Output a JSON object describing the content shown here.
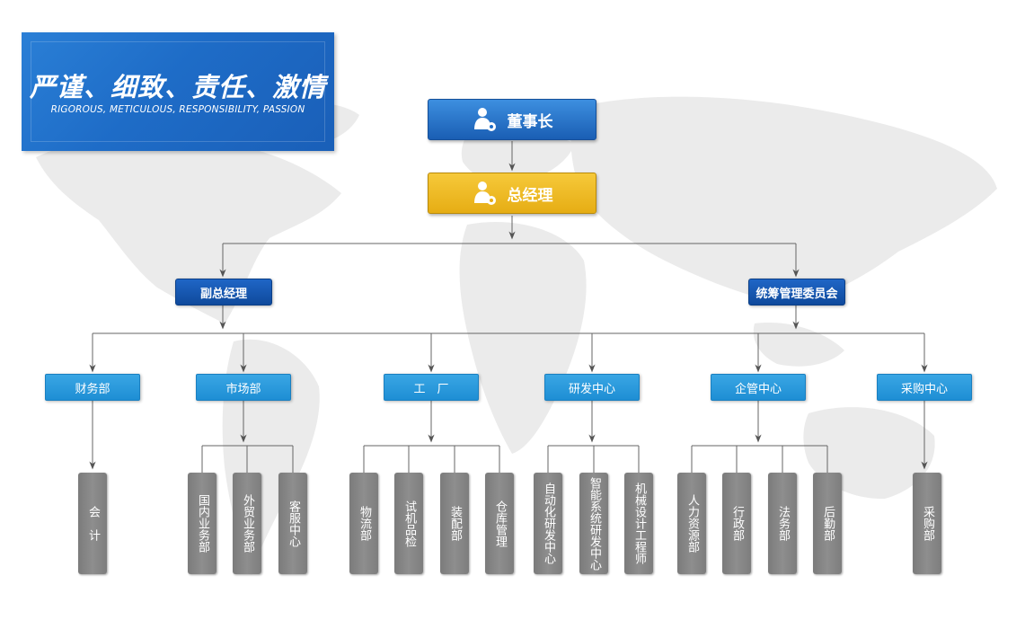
{
  "slogan": {
    "chinese": "严谨、细致、责任、激情",
    "english": "RIGOROUS, METICULOUS, RESPONSIBILITY, PASSION"
  },
  "org": {
    "chairman": "董事长",
    "general_manager": "总经理",
    "level2": [
      "副总经理",
      "统筹管理委员会"
    ],
    "departments": [
      {
        "name": "财务部",
        "subs": [
          "会　计"
        ]
      },
      {
        "name": "市场部",
        "subs": [
          "国内业务部",
          "外贸业务部",
          "客服中心"
        ]
      },
      {
        "name": "工　厂",
        "subs": [
          "物流部",
          "试机品检",
          "装配部",
          "仓库管理"
        ]
      },
      {
        "name": "研发中心",
        "subs": [
          "自动化研发中心",
          "智能系统研发中心",
          "机械设计工程师"
        ]
      },
      {
        "name": "企管中心",
        "subs": [
          "人力资源部",
          "行政部",
          "法务部",
          "后勤部"
        ]
      },
      {
        "name": "采购中心",
        "subs": [
          "采购部"
        ]
      }
    ]
  },
  "colors": {
    "chairman": "#1e6cc7",
    "general_manager": "#f0bd22",
    "level2": "#1554ad",
    "department": "#2999dc",
    "sub_unit": "#858585",
    "connector": "#555555"
  },
  "icons": {
    "executive": "person-gear-icon"
  }
}
